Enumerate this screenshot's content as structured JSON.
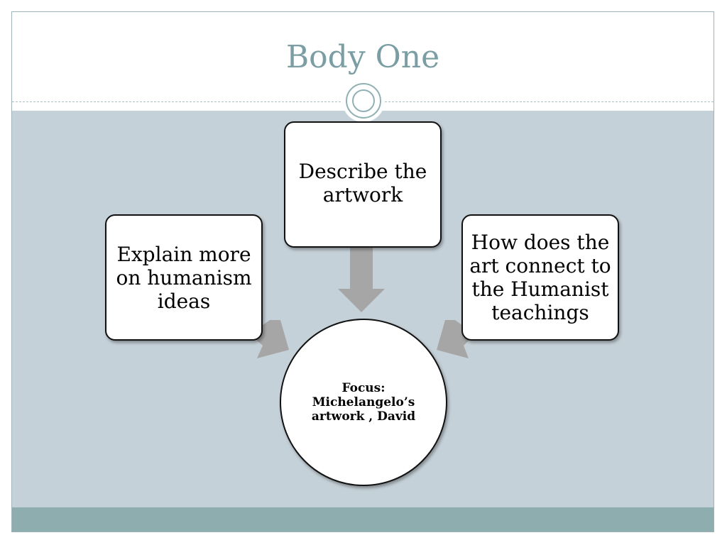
{
  "slide": {
    "title": "Body One"
  },
  "diagram": {
    "nodes": {
      "top": "Describe the\nartwork",
      "left": "Explain more\non humanism\nideas",
      "right": "How does the\nart connect to\nthe Humanist\nteachings",
      "center": "Focus:\nMichelangelo’s\nartwork , David"
    },
    "edges": [
      {
        "from": "top",
        "to": "center"
      },
      {
        "from": "left",
        "to": "center"
      },
      {
        "from": "right",
        "to": "center"
      }
    ]
  },
  "colors": {
    "title": "#7a9ea3",
    "content_background": "#c5d1d8",
    "footer_band": "#8eadae",
    "arrow": "#a6a6a6"
  }
}
